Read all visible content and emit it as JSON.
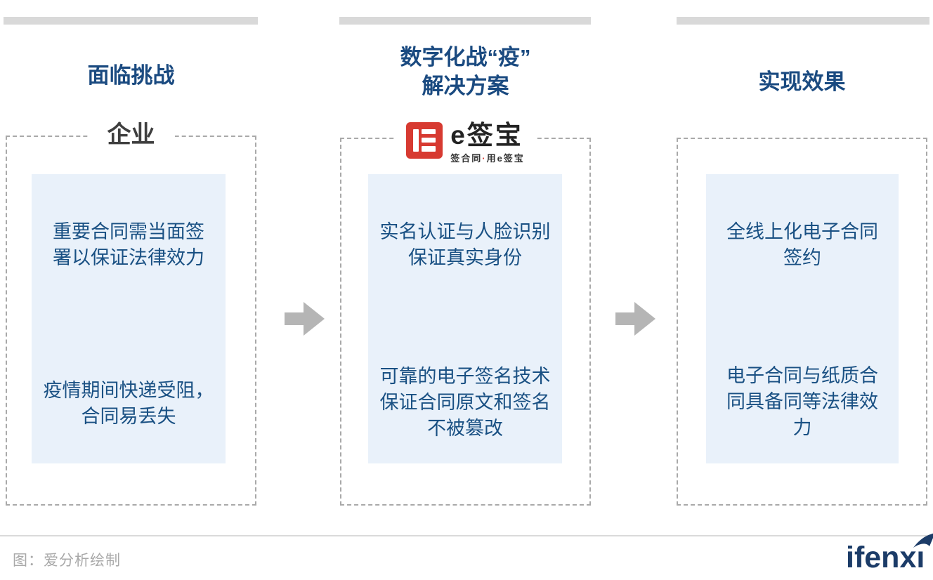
{
  "colors": {
    "header_navy": "#1a4a80",
    "body_navy": "#195083",
    "card_bg": "#e9f1fa",
    "bar_gray": "#d9d9d9",
    "dash_gray": "#a9a9a9",
    "arrow_gray": "#b5b5b5",
    "logo_red": "#d73a31",
    "brand_navy": "#1c3c68"
  },
  "columns": [
    {
      "header": "面临挑战",
      "tag": "企业",
      "cards": [
        "重要合同需当面签\n署以保证法律效力",
        "疫情期间快递受阻，\n合同易丢失"
      ]
    },
    {
      "header": "数字化战“疫”\n解决方案",
      "logo": {
        "icon": "esign-logo-icon",
        "brand": "e签宝",
        "tagline_left": "签合同",
        "tagline_dot": "·",
        "tagline_right": "用e签宝"
      },
      "cards": [
        "实名认证与人脸识别\n保证真实身份",
        "可靠的电子签名技术\n保证合同原文和签名\n不被篡改"
      ]
    },
    {
      "header": "实现效果",
      "cards": [
        "全线上化电子合同\n签约",
        "电子合同与纸质合\n同具备同等法律效\n力"
      ]
    }
  ],
  "arrows": {
    "icon": "right-arrow-icon"
  },
  "footer": {
    "caption": "图：爱分析绘制",
    "brand_name": "ifenxi",
    "brand_head": "ifenx",
    "brand_tail": "ı"
  }
}
